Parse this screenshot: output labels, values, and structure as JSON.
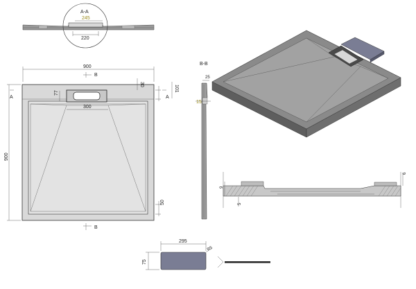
{
  "section_aa": {
    "label": "A-A",
    "dim_top": "245",
    "dim_bottom": "220"
  },
  "top_view": {
    "width": "900",
    "height": "900",
    "rim": "30",
    "slot_offset": "77",
    "slot_width": "300",
    "slot_side": "101",
    "edge": "50",
    "marker_a": "A",
    "marker_b": "B"
  },
  "section_bb": {
    "label": "B-B",
    "dim_25": "25",
    "dim_15": "15"
  },
  "profile": {
    "dim_6": "6",
    "dim_9": "9",
    "dim_5": "5"
  },
  "cover": {
    "dim_295": "295",
    "dim_75": "75",
    "dim_r": "R5"
  },
  "colors": {
    "tray": "#8a8a8a",
    "tray_light": "#a4a4a4",
    "tray_dark": "#5e5e5e",
    "cover": "#7a7d94"
  }
}
